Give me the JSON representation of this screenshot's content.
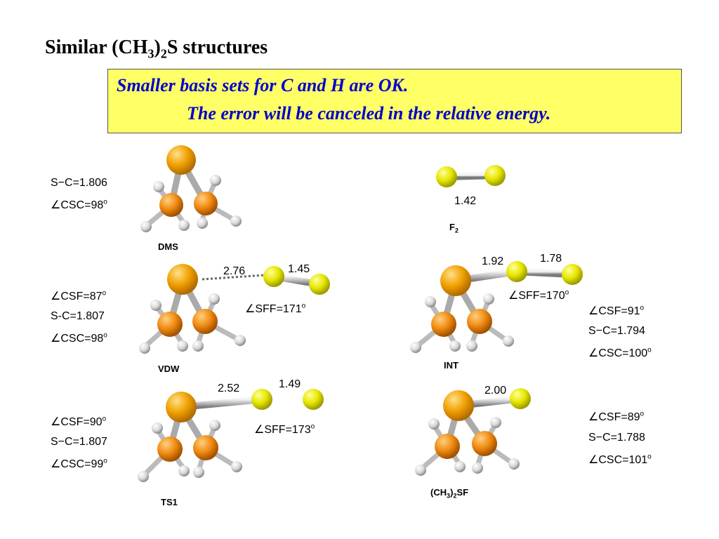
{
  "title": {
    "prefix": "Similar (CH",
    "sub3": "3",
    "mid": ")",
    "sub2": "2",
    "suffix": "S structures"
  },
  "note": {
    "line1": "Smaller basis sets for C and H are OK.",
    "line2": "The error will be canceled in the relative energy."
  },
  "molecules": {
    "dms": {
      "label": "DMS",
      "params": [
        "S−C=1.806",
        "∠CSC=98"
      ],
      "deg": "o"
    },
    "f2": {
      "label_main": "F",
      "label_sub": "2",
      "bond": "1.42"
    },
    "vdw": {
      "label": "VDW",
      "params": [
        "∠CSF=87",
        "S-C=1.807",
        "∠CSC=98"
      ],
      "dist_sf": "2.76",
      "dist_ff": "1.45",
      "angle_sff": "∠SFF=171"
    },
    "int": {
      "label": "INT",
      "params": [
        "∠CSF=91",
        "S−C=1.794",
        "∠CSC=100"
      ],
      "dist_sf": "1.92",
      "dist_ff": "1.78",
      "angle_sff": "∠SFF=170"
    },
    "ts1": {
      "label": "TS1",
      "params": [
        "∠CSF=90",
        "S−C=1.807",
        "∠CSC=99"
      ],
      "dist_sf": "2.52",
      "dist_ff": "1.49",
      "angle_sff": "∠SFF=173"
    },
    "sf": {
      "label_a": "(CH",
      "label_sub3": "3",
      "label_b": ")",
      "label_sub2": "2",
      "label_c": "SF",
      "params": [
        "∠CSF=89",
        "S−C=1.788",
        "∠CSC=101"
      ],
      "dist_sf": "2.00"
    }
  },
  "colors": {
    "sulfur": "#f0a000",
    "carbon": "#f09010",
    "fluorine": "#e6e600",
    "hydrogen": "#e0e0e0",
    "bond": "#c0c0c0",
    "note_bg": "#ffff66",
    "note_text": "#0000cc"
  }
}
